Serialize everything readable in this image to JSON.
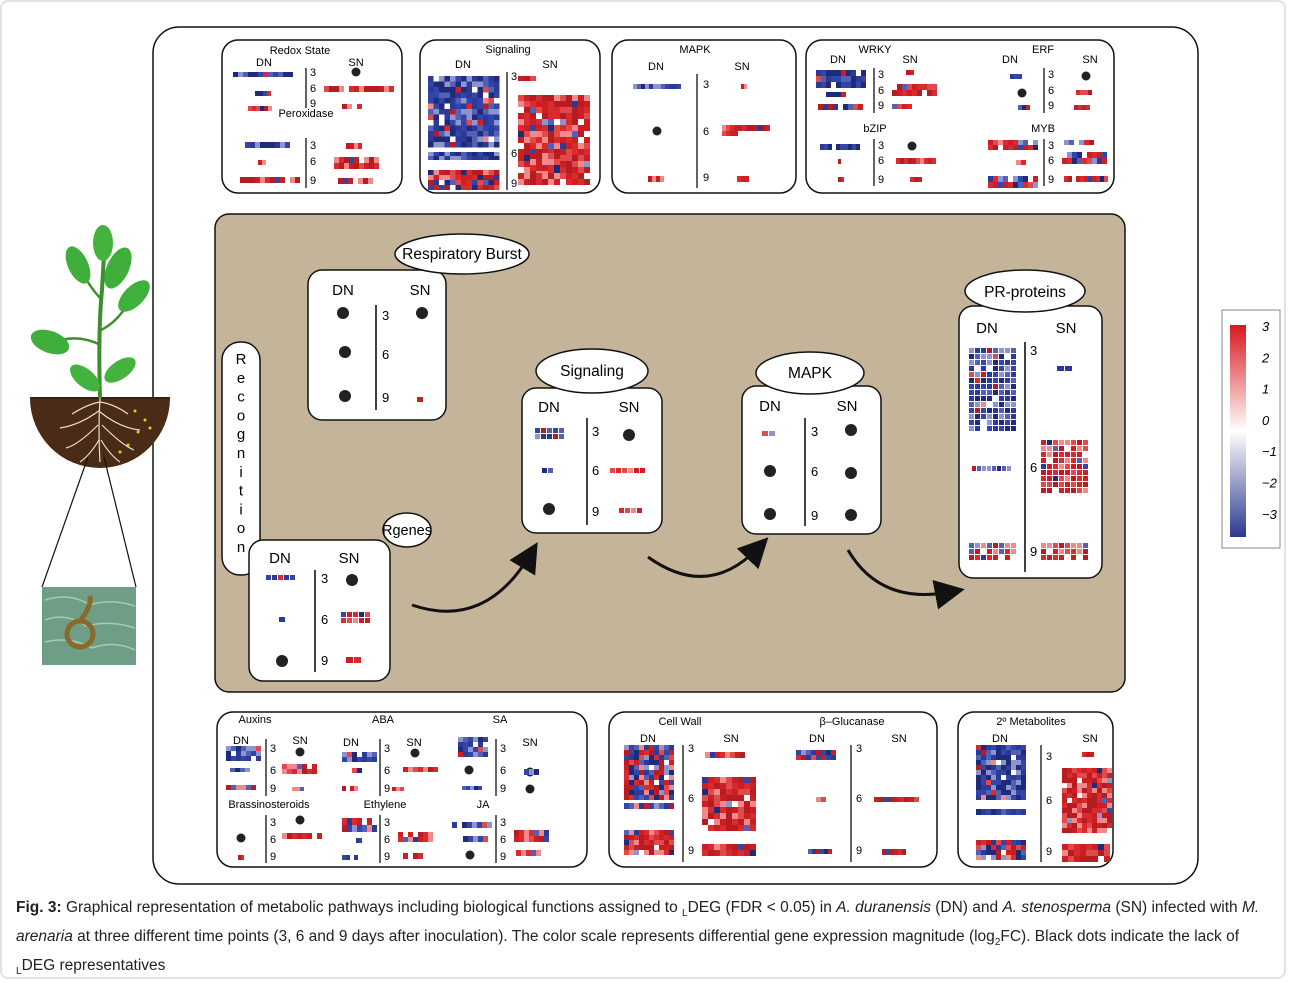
{
  "top_panels": {
    "redox_title": "Redox State",
    "peroxidase_title": "Peroxidase",
    "signaling_title": "Signaling",
    "mapk_title": "MAPK",
    "wrky_title": "WRKY",
    "erf_title": "ERF",
    "bzip_title": "bZIP",
    "myb_title": "MYB"
  },
  "center": {
    "respiratory_burst": "Respiratory Burst",
    "recognition_letters": [
      "R",
      "e",
      "c",
      "o",
      "g",
      "n",
      "i",
      "t",
      "i",
      "o",
      "n"
    ],
    "rgenes": "Rgenes",
    "signaling": "Signaling",
    "mapk": "MAPK",
    "pr_proteins": "PR-proteins"
  },
  "bottom_panels": {
    "auxins": "Auxins",
    "aba": "ABA",
    "sa": "SA",
    "brassinosteroids": "Brassinosteroids",
    "ethylene": "Ethylene",
    "ja": "JA",
    "cell_wall": "Cell Wall",
    "glucanase": "β–Glucanase",
    "metabolites": "2º Metabolites"
  },
  "labels": {
    "dn": "DN",
    "sn": "SN",
    "times": [
      "3",
      "6",
      "9"
    ]
  },
  "legend": {
    "ticks": [
      "3",
      "2",
      "1",
      "0",
      "−1",
      "−2",
      "−3"
    ],
    "colors": {
      "high": "#d7191c",
      "mid": "#ffffff",
      "low": "#2b3990"
    }
  },
  "colors": {
    "brown_panel": "#c4b49a",
    "dot": "#222222"
  },
  "caption": {
    "fig_label": "Fig. 3:",
    "part1": " Graphical representation of metabolic pathways including biological functions assigned to ",
    "l_sub": "L",
    "part2": "DEG (FDR < 0.05) in ",
    "species1": "A. duranensis",
    "part3": " (DN) and ",
    "species2": "A. stenosperma",
    "part4": " (SN) infected with ",
    "species3": "M. arenaria",
    "part5": " at three different time points (3, 6 and 9 days after inoculation). The color scale represents differential gene expression magnitude (log",
    "two_sub": "2",
    "part6": "FC). Black dots indicate the lack of ",
    "l_sub2": "L",
    "part7": "DEG representatives"
  }
}
